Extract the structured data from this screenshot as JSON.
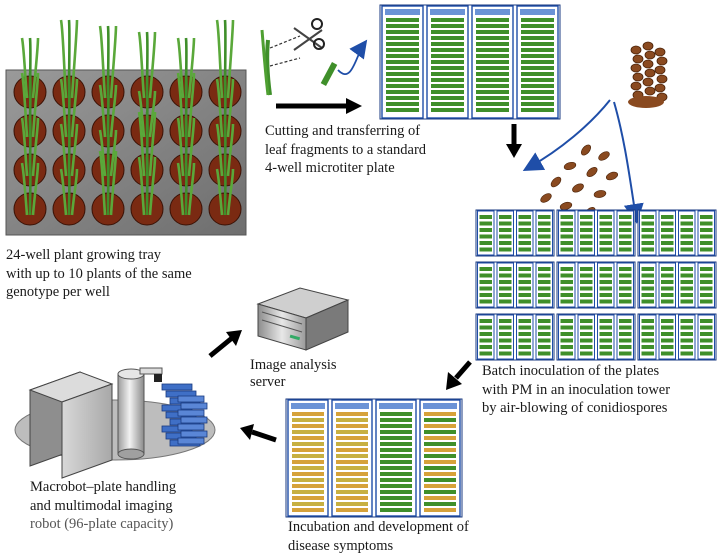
{
  "captions": {
    "tray": [
      "24-well plant growing tray",
      "with up to 10 plants of the same",
      "genotype per well"
    ],
    "cutting": [
      "Cutting and transferring of",
      "leaf fragments to a standard",
      "4-well microtiter plate"
    ],
    "inoculation": [
      "Batch inoculation of the plates",
      "with PM in an inoculation tower",
      "by air-blowing of conidiospores"
    ],
    "server": [
      "Image analysis",
      "server"
    ],
    "robot": [
      "Macrobot–plate handling",
      "and multimodal imaging",
      "robot (96-plate capacity)"
    ],
    "incubation": [
      "Incubation and development of",
      "disease symptoms"
    ]
  },
  "colors": {
    "leaf_green": "#3f8f2a",
    "soil_brown": "#7a2a12",
    "plate_blue": "#1f4ea8",
    "spore_brown": "#8a4a20",
    "symptom_orange": "#d6a23a",
    "arrow_blue": "#1f4ea8"
  },
  "icons": [
    "scissors-icon",
    "server-icon",
    "robot-icon",
    "arrow-icon"
  ]
}
